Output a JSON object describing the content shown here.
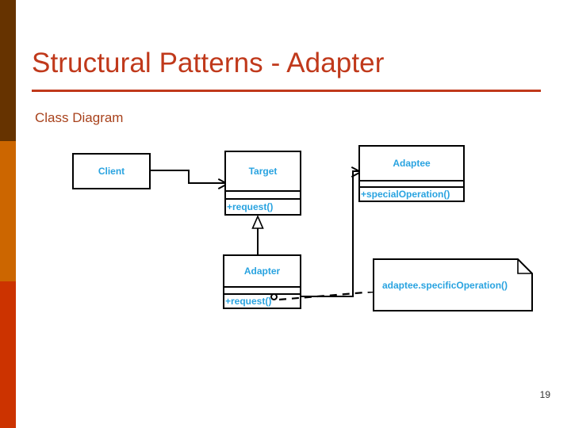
{
  "slide": {
    "title": "Structural Patterns - Adapter",
    "subtitle": "Class Diagram",
    "page_number": "19",
    "colors": {
      "title": "#C0391B",
      "subtitle": "#A8421C",
      "uml_text": "#29A3E0",
      "line": "#000000",
      "sidebar_top": "#663300",
      "sidebar_middle": "#CC6600",
      "sidebar_bottom": "#CC3300"
    }
  },
  "diagram": {
    "type": "uml-class-diagram",
    "classes": [
      {
        "id": "client",
        "name": "Client",
        "attributes": [],
        "operations": []
      },
      {
        "id": "target",
        "name": "Target",
        "attributes": [],
        "operations": [
          "+request()"
        ]
      },
      {
        "id": "adaptee",
        "name": "Adaptee",
        "attributes": [],
        "operations": [
          "+specialOperation()"
        ]
      },
      {
        "id": "adapter",
        "name": "Adapter",
        "attributes": [],
        "operations": [
          "+request()"
        ]
      }
    ],
    "note": {
      "text": "adaptee.specificOperation()",
      "attached_to": "adapter"
    },
    "relationships": [
      {
        "type": "association",
        "from": "client",
        "to": "target",
        "arrow": "open"
      },
      {
        "type": "generalization",
        "from": "adapter",
        "to": "target",
        "arrow": "hollow-triangle"
      },
      {
        "type": "association",
        "from": "adapter",
        "to": "adaptee",
        "arrow": "open"
      },
      {
        "type": "note-anchor",
        "from": "adapter",
        "to": "note",
        "line": "dashed"
      }
    ]
  }
}
